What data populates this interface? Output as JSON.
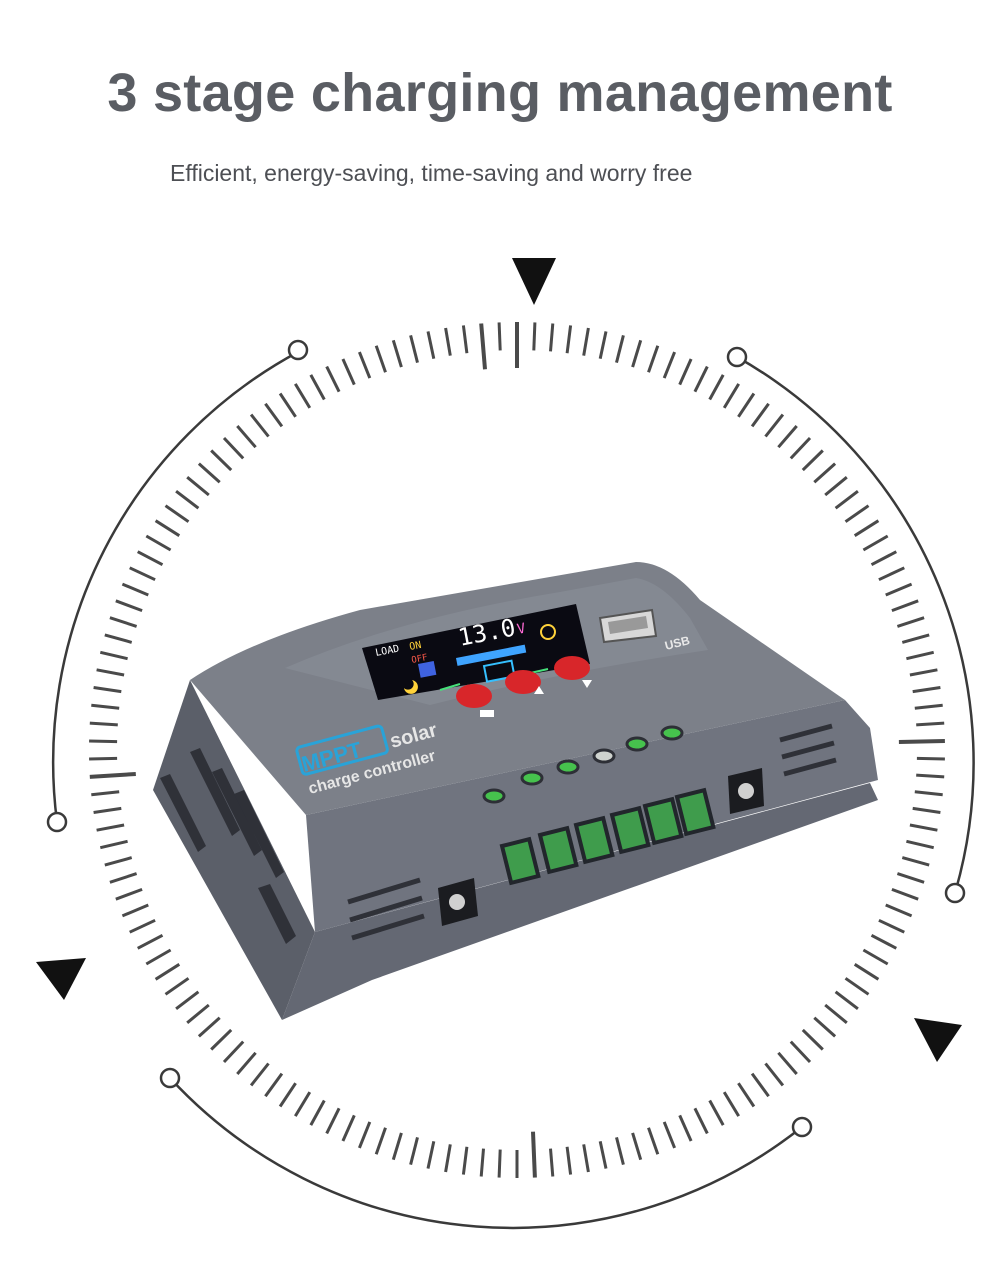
{
  "headline": "3 stage charging management",
  "subline": "Efficient, energy-saving, time-saving and worry free",
  "product": {
    "badge": "MPPT",
    "name_line1": "solar",
    "name_line2": "charge controller",
    "usb_mark": "USB",
    "lcd": {
      "load_label": "LOAD",
      "on_label": "ON",
      "off_label": "OFF",
      "voltage": "13.0",
      "unit": "V"
    }
  },
  "colors": {
    "headline": "#5a5d63",
    "housing": "#6b6f7a",
    "button": "#d8262a",
    "led": "#46c24d",
    "terminal": "#3f9c4c",
    "badge": "#29a3d8"
  }
}
